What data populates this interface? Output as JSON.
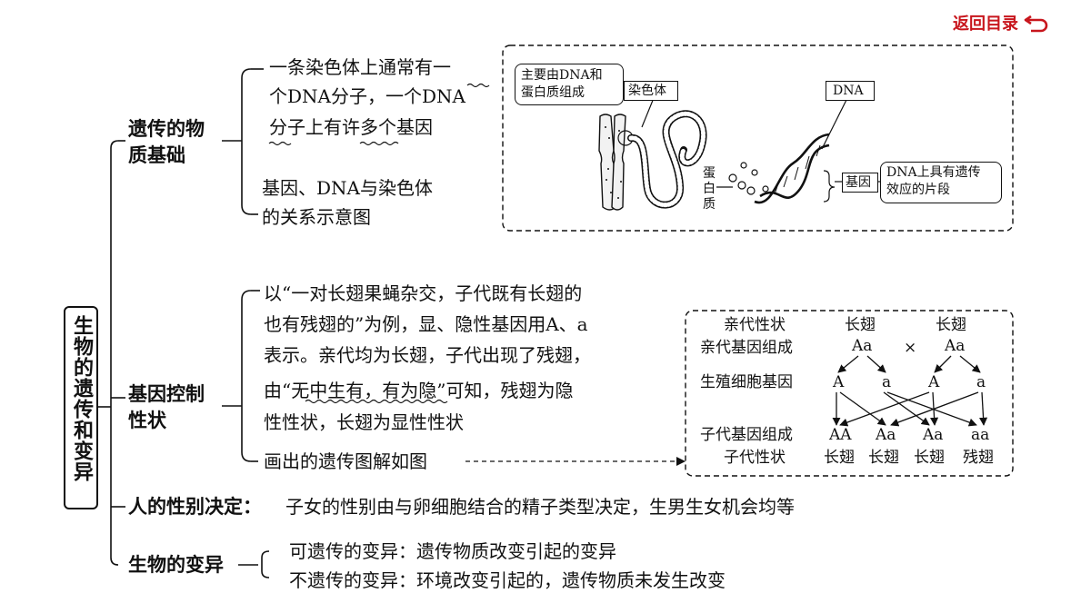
{
  "nav": {
    "back_label": "返回目录"
  },
  "root": {
    "title": "生物的遗传和变异"
  },
  "branches": {
    "material": {
      "label_line1": "遗传的物",
      "label_line2": "质基础",
      "item1": [
        "一条染色体上通常有一",
        "个DNA分子，一个DNA",
        "分子上有许多个基因"
      ],
      "item2": [
        "基因、DNA与染色体",
        "的关系示意图"
      ]
    },
    "control": {
      "label_line1": "基因控制",
      "label_line2": "性状",
      "item1": [
        "以“一对长翅果蝇杂交，子代既有长翅的",
        "也有残翅的”为例，显、隐性基因用A、a",
        "表示。亲代均为长翅，子代出现了残翅，",
        "由“无中生有，有为隐”可知，残翅为隐",
        "性性状，长翅为显性性状"
      ],
      "item2": "画出的遗传图解如图"
    },
    "sex": {
      "label": "人的性别决定：",
      "text": "子女的性别由与卵细胞结合的精子类型决定，生男生女机会均等"
    },
    "variation": {
      "label": "生物的变异",
      "heritable": "可遗传的变异：遗传物质改变引起的变异",
      "nonheritable": "不遗传的变异：环境改变引起的，遗传物质未发生改变"
    }
  },
  "chromosome_figure": {
    "callout_main_line1": "主要由DNA和",
    "callout_main_line2": "蛋白质组成",
    "chromosome_label": "染色体",
    "dna_label": "DNA",
    "protein_label": [
      "蛋",
      "白",
      "质"
    ],
    "gene_label": "基因",
    "gene_desc_line1": "DNA上具有遗传",
    "gene_desc_line2": "效应的片段"
  },
  "cross_figure": {
    "row_parent_trait": "亲代性状",
    "row_parent_genotype": "亲代基因组成",
    "row_gamete": "生殖细胞基因",
    "row_offspring_genotype": "子代基因组成",
    "row_offspring_trait": "子代性状",
    "parent_traits": [
      "长翅",
      "长翅"
    ],
    "parent_genotypes": [
      "Aa",
      "Aa"
    ],
    "cross_symbol": "×",
    "gametes": [
      "A",
      "a",
      "A",
      "a"
    ],
    "offspring_genotypes": [
      "AA",
      "Aa",
      "Aa",
      "aa"
    ],
    "offspring_traits": [
      "长翅",
      "长翅",
      "长翅",
      "残翅"
    ]
  }
}
